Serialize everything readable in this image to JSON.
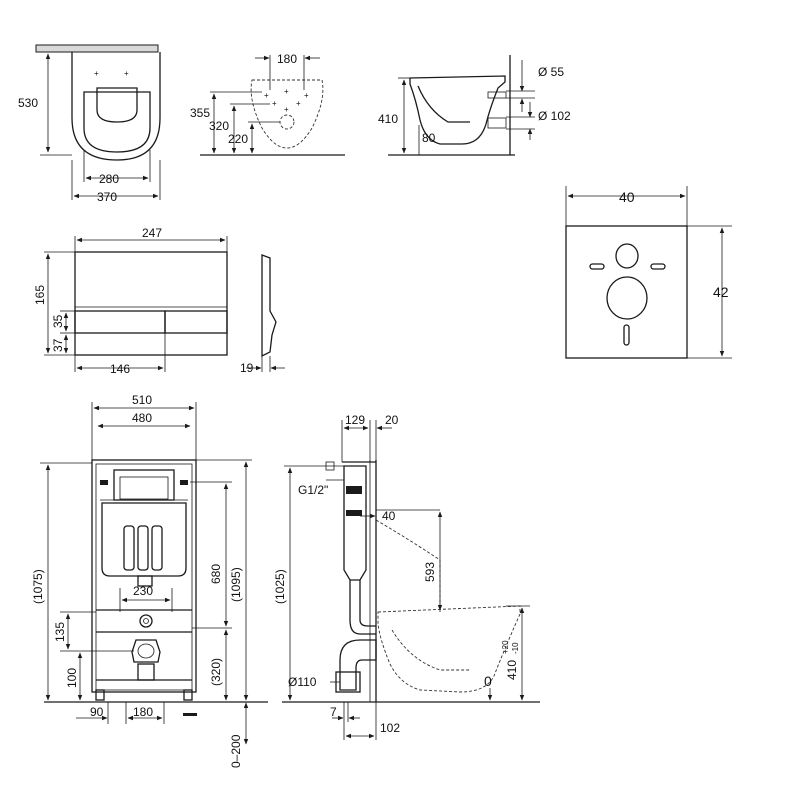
{
  "toilet_top_view": {
    "depth": "530",
    "inner_width": "280",
    "outer_width": "370"
  },
  "toilet_rear_view": {
    "hole_spacing": "180",
    "height_355": "355",
    "height_320": "320",
    "height_220": "220"
  },
  "toilet_side_view": {
    "height": "410",
    "offset": "80",
    "diameter_small": "Ø 55",
    "diameter_large": "Ø 102"
  },
  "flush_plate": {
    "width": "247",
    "height": "165",
    "button_h1": "35",
    "button_h2": "37",
    "button_w": "146",
    "depth": "19"
  },
  "sound_pad": {
    "width": "40",
    "height": "42"
  },
  "frame_front": {
    "outer_width": "510",
    "inner_width": "480",
    "height_1075": "(1075)",
    "height_1095": "(1095)",
    "height_680": "680",
    "height_320": "(320)",
    "width_230": "230",
    "height_135": "135",
    "height_100": "100",
    "width_90": "90",
    "width_180": "180",
    "adjust": "0–200"
  },
  "frame_side": {
    "depth_129": "129",
    "depth_20": "20",
    "thread": "G1/2\"",
    "offset_40": "40",
    "height_593": "593",
    "height_1025": "(1025)",
    "pipe": "Ø110",
    "height_410": "410",
    "tol_plus": "+20",
    "tol_minus": "-10",
    "floor_zero": "0",
    "offset_7": "7",
    "offset_102": "102"
  },
  "colors": {
    "line": "#1a1a1a",
    "fill_gray": "#d9d9d9",
    "background": "#ffffff"
  }
}
